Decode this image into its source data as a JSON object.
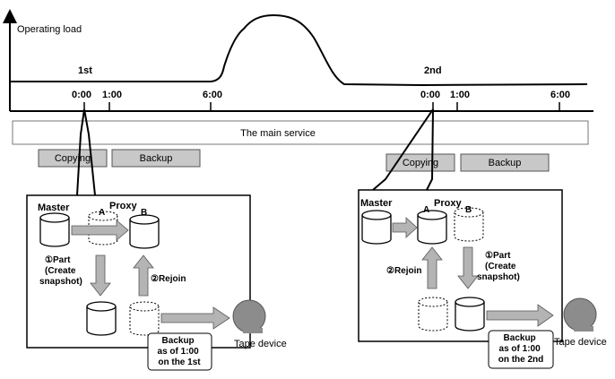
{
  "chart": {
    "y_label": "Operating load",
    "day1": "1st",
    "day2": "2nd",
    "ticks1": [
      "0:00",
      "1:00",
      "6:00"
    ],
    "ticks2": [
      "0:00",
      "1:00",
      "6:00"
    ]
  },
  "service_bar": {
    "label": "The main service"
  },
  "phases": {
    "day1": {
      "copying": "Copying",
      "backup": "Backup"
    },
    "day2": {
      "copying": "Copying",
      "backup": "Backup"
    }
  },
  "panel1": {
    "master": "Master",
    "proxy": "Proxy",
    "vol_a": "A",
    "vol_b": "B",
    "step_part": [
      "①Part",
      "(Create",
      "snapshot)"
    ],
    "step_rejoin": "②Rejoin",
    "callout": [
      "Backup",
      "as of 1:00",
      "on the 1st"
    ],
    "tape": "Tape device"
  },
  "panel2": {
    "master": "Master",
    "proxy": "Proxy",
    "vol_a": "A",
    "vol_b": "B",
    "step_part": [
      "①Part",
      "(Create",
      "snapshot)"
    ],
    "step_rejoin": "②Rejoin",
    "callout": [
      "Backup",
      "as of 1:00",
      "on the 2nd"
    ],
    "tape": "Tape device"
  },
  "colors": {
    "phase_fill": "#c8c8c8",
    "arrow_fill": "#b4b4b4",
    "tape_fill": "#8c8c8c"
  }
}
